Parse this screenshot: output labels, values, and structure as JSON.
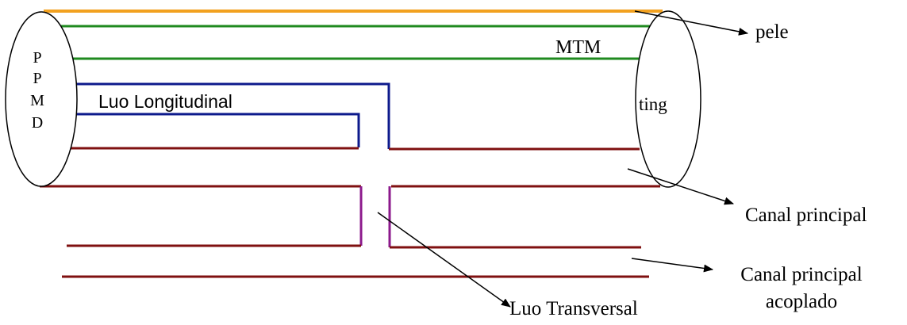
{
  "labels": {
    "left_end_letters": [
      "P",
      "P",
      "M",
      "D"
    ],
    "right_end": "ting",
    "mtm": "MTM",
    "luo_longitudinal": "Luo Longitudinal",
    "luo_transversal": "Luo Transversal",
    "pele": "pele",
    "canal_principal": "Canal principal",
    "canal_principal_acoplado_line1": "Canal principal",
    "canal_principal_acoplado_line2": "acoplado"
  },
  "colors": {
    "skin": "#f2a11f",
    "mtm": "#1f8a1f",
    "longitudinal": "#0d1a8c",
    "channel": "#7f1010",
    "transversal": "#8c1a8c",
    "outline": "#000000"
  }
}
